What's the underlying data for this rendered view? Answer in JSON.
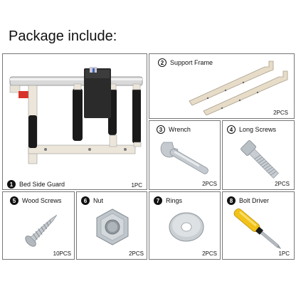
{
  "heading": "Package include:",
  "items": [
    {
      "number": "1",
      "name": "Bed Side Guard",
      "qty": "1PC",
      "icon": "bed-side-guard-image"
    },
    {
      "number": "2",
      "name": "Support Frame",
      "qty": "2PCS",
      "icon": "support-frame-image"
    },
    {
      "number": "3",
      "name": "Wrench",
      "qty": "2PCS",
      "icon": "wrench-image"
    },
    {
      "number": "4",
      "name": "Long Screws",
      "qty": "2PCS",
      "icon": "long-screw-image"
    },
    {
      "number": "5",
      "name": "Wood Screws",
      "qty": "10PCS",
      "icon": "wood-screw-image"
    },
    {
      "number": "6",
      "name": "Nut",
      "qty": "2PCS",
      "icon": "hex-nut-image"
    },
    {
      "number": "7",
      "name": "Rings",
      "qty": "2PCS",
      "icon": "washer-ring-image"
    },
    {
      "number": "8",
      "name": "Bolt Driver",
      "qty": "1PC",
      "icon": "screwdriver-image"
    }
  ]
}
